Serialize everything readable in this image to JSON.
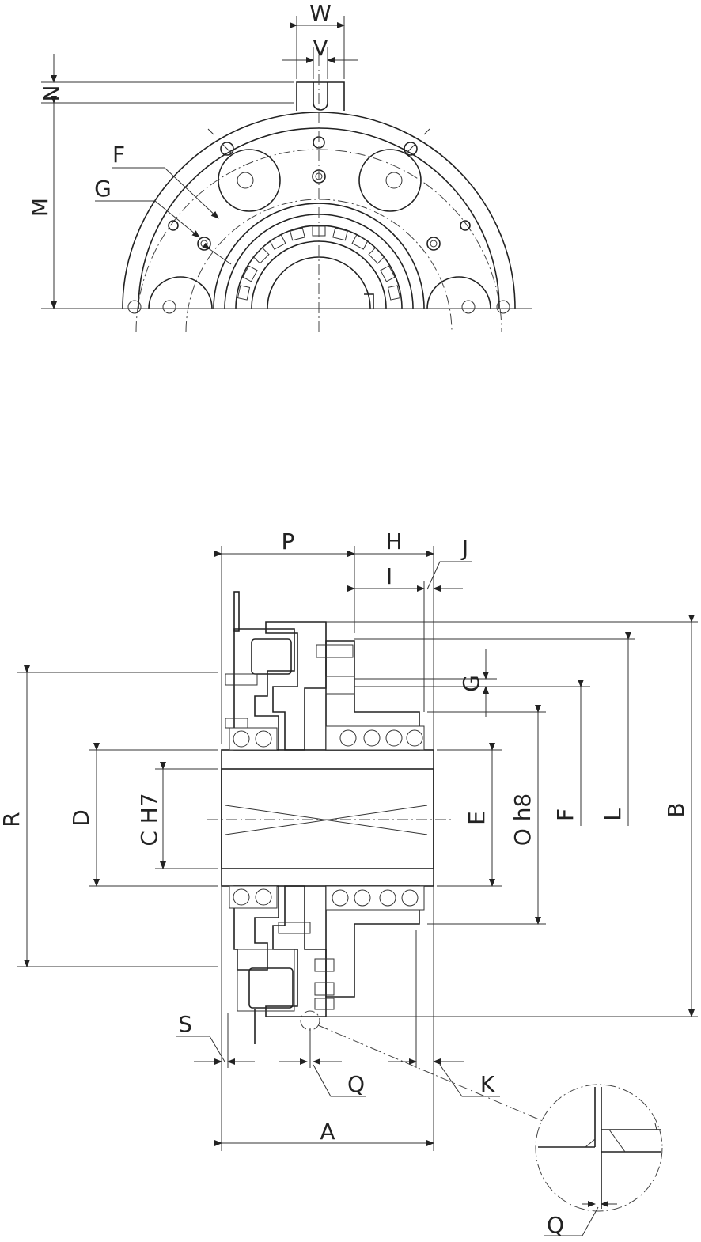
{
  "top_view": {
    "labels": {
      "W": "W",
      "V": "V",
      "N": "N",
      "M": "M",
      "F": "F",
      "G": "G"
    }
  },
  "section_view": {
    "labels": {
      "P": "P",
      "H": "H",
      "J": "J",
      "I": "I",
      "G": "G",
      "R": "R",
      "D": "D",
      "C": "C H7",
      "E": "E",
      "O": "O h8",
      "F": "F",
      "L": "L",
      "B": "B",
      "S": "S",
      "Q": "Q",
      "K": "K",
      "A": "A"
    }
  },
  "detail_view": {
    "labels": {
      "Q": "Q"
    }
  },
  "colors": {
    "line": "#222222",
    "coil": "#6e6e6e",
    "background": "#ffffff"
  }
}
